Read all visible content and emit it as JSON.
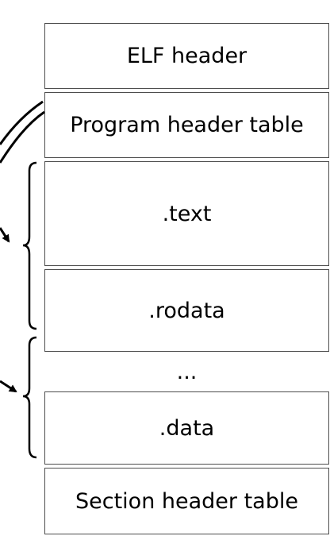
{
  "blocks": {
    "elf_header": "ELF header",
    "program_header_table": "Program header table",
    "text": ".text",
    "rodata": ".rodata",
    "ellipsis": "...",
    "data": ".data",
    "section_header_table": "Section header table"
  },
  "colors": {
    "border": "#4d4d4d",
    "stroke": "#000000",
    "background": "#ffffff"
  }
}
